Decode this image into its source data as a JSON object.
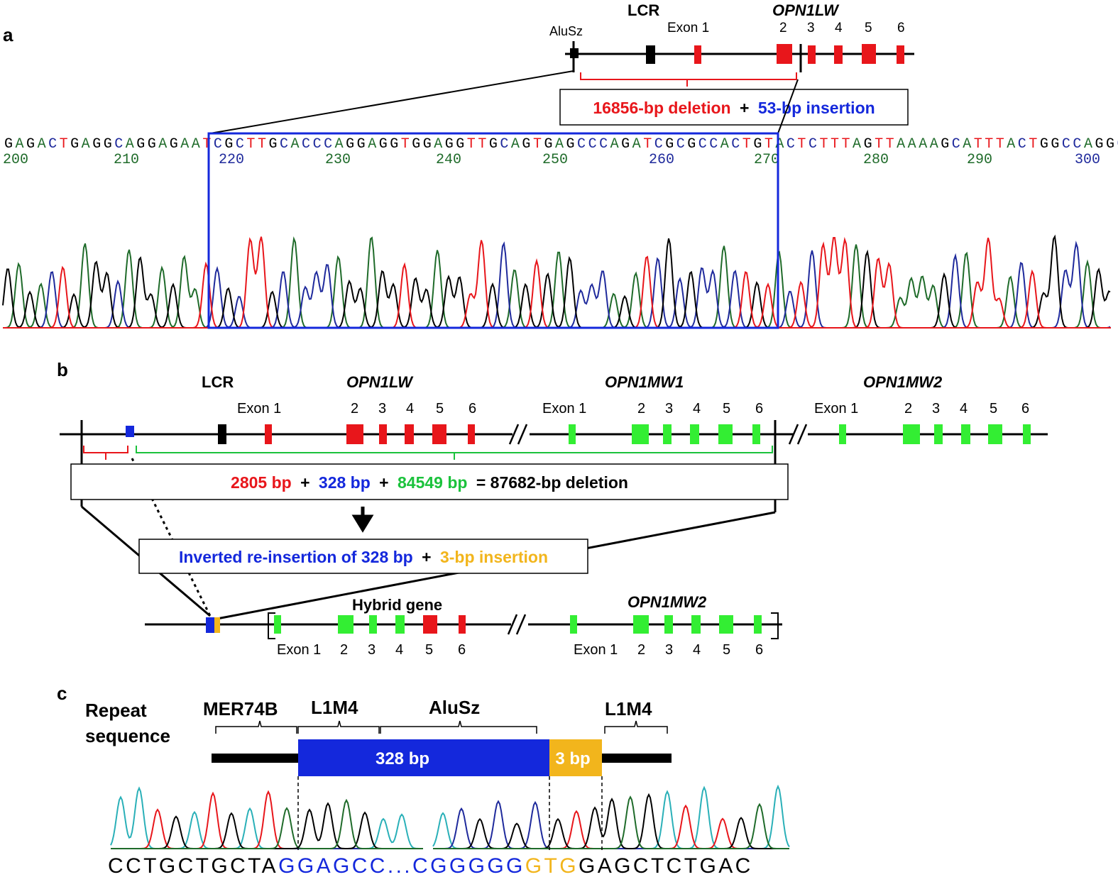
{
  "colors": {
    "red": "#e8161b",
    "green": "#1bc23c",
    "limegreen": "#33ee33",
    "blue": "#1428dc",
    "yellow": "#f2b51c",
    "black": "#000000",
    "trace_green": "#1f6b2a",
    "trace_blue": "#1f2a9c",
    "trace_cyan": "#2ab0b8"
  },
  "panel_a": {
    "letter": "a",
    "alu_label": "AluSz",
    "lcr_label": "LCR",
    "gene_label": "OPN1LW",
    "exon1_label": "Exon 1",
    "exon_numbers": [
      "2",
      "3",
      "4",
      "5",
      "6"
    ],
    "deletion_text": "16856-bp deletion",
    "plus": "+",
    "insertion_text": "53-bp insertion",
    "sequence_left": "GAGACTGAGGCAGGAGAAT",
    "sequence_boxed": "CGCTTGCACCCAGGAGGTGGAGGTTGCAGTGAGCCCAGATCGCGCCACTGTAC",
    "sequence_right": "TCTTTAGTTAAAAGCATTTACTGGCCAGGCTC",
    "positions": [
      "200",
      "210",
      "220",
      "230",
      "240",
      "250",
      "260",
      "270",
      "280",
      "290",
      "300"
    ]
  },
  "panel_b": {
    "letter": "b",
    "lcr_label": "LCR",
    "genes": [
      "OPN1LW",
      "OPN1MW1",
      "OPN1MW2"
    ],
    "exon1_label": "Exon 1",
    "exon_numbers": [
      "2",
      "3",
      "4",
      "5",
      "6"
    ],
    "seg1": "2805 bp",
    "plus": "+",
    "seg2": "328 bp",
    "seg3": "84549 bp",
    "total": "= 87682-bp deletion",
    "reinsertion": "Inverted re-insertion of 328 bp",
    "ins3": "3-bp insertion",
    "hybrid_label": "Hybrid gene",
    "bottom_gene": "OPN1MW2"
  },
  "panel_c": {
    "letter": "c",
    "repeat_label_1": "Repeat",
    "repeat_label_2": "sequence",
    "repeats": [
      "MER74B",
      "L1M4",
      "AluSz",
      "L1M4"
    ],
    "bar_blue": "328 bp",
    "bar_yellow": "3 bp",
    "seq_black1": "CCTGCTGCTA",
    "seq_blue": "GGAGCC...CGGGGG",
    "seq_yellow": "GTG",
    "seq_black2": "GAGCTCTGAC"
  }
}
